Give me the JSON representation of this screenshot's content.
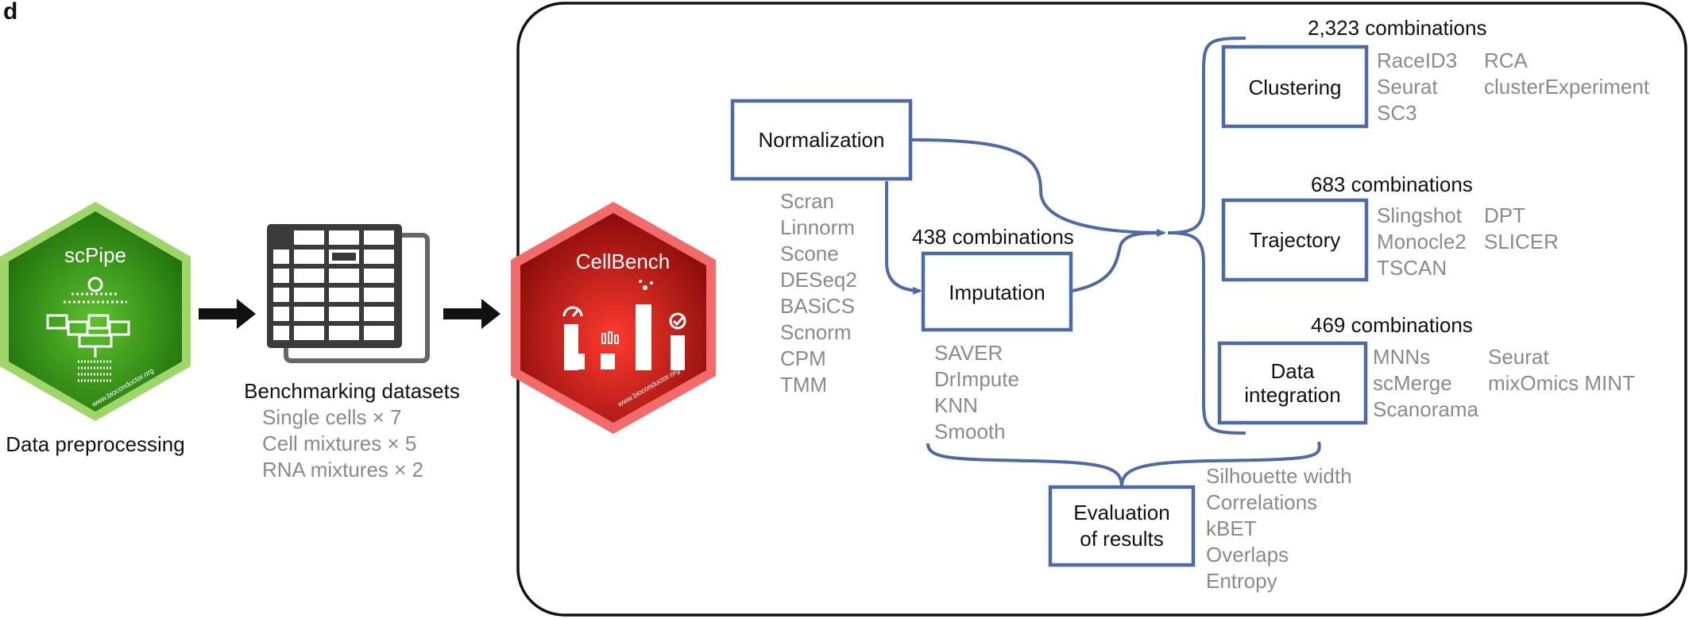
{
  "panel_letter": "d",
  "preprocessing": {
    "logo_name": "scPipe",
    "logo_url_text": "www.bioconductor.org",
    "caption": "Data preprocessing"
  },
  "datasets": {
    "title": "Benchmarking datasets",
    "items": [
      "Single cells × 7",
      "Cell mixtures × 5",
      "RNA mixtures × 2"
    ]
  },
  "cellbench": {
    "logo_name": "CellBench",
    "logo_url_text": "www.bioconductor.org"
  },
  "normalization": {
    "label": "Normalization",
    "methods": [
      "Scran",
      "Linnorm",
      "Scone",
      "DESeq2",
      "BASiCS",
      "Scnorm",
      "CPM",
      "TMM"
    ]
  },
  "imputation": {
    "label": "Imputation",
    "combinations": "438 combinations",
    "methods": [
      "SAVER",
      "DrImpute",
      "KNN",
      "Smooth"
    ]
  },
  "clustering": {
    "label": "Clustering",
    "combinations": "2,323 combinations",
    "methods_col1": [
      "RaceID3",
      "Seurat",
      "SC3"
    ],
    "methods_col2": [
      "RCA",
      "clusterExperiment"
    ]
  },
  "trajectory": {
    "label": "Trajectory",
    "combinations": "683 combinations",
    "methods_col1": [
      "Slingshot",
      "Monocle2",
      "TSCAN"
    ],
    "methods_col2": [
      "DPT",
      "SLICER"
    ]
  },
  "integration": {
    "label_line1": "Data",
    "label_line2": "integration",
    "combinations": "469 combinations",
    "methods_col1": [
      "MNNs",
      "scMerge",
      "Scanorama"
    ],
    "methods_col2": [
      "Seurat",
      "mixOmics MINT"
    ]
  },
  "evaluation": {
    "label_line1": "Evaluation",
    "label_line2": "of results",
    "metrics": [
      "Silhouette width",
      "Correlations",
      "kBET",
      "Overlaps",
      "Entropy"
    ]
  },
  "colors": {
    "box_stroke": "#4e6aa6",
    "method_text": "#8a8a8a",
    "scpipe_green": "#3a9a1a",
    "cellbench_red": "#d81e1e"
  }
}
